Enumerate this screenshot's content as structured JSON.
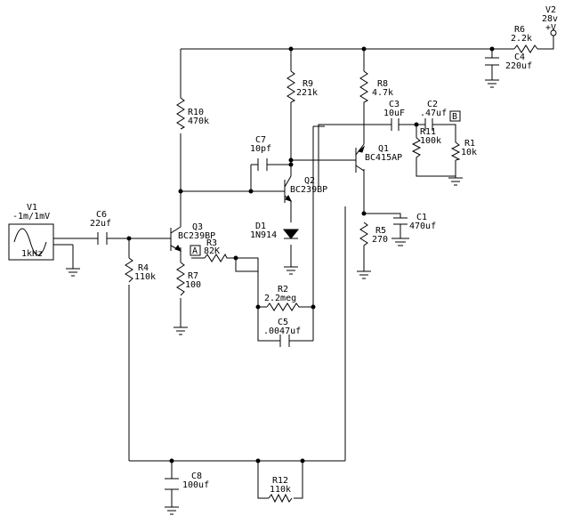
{
  "components": {
    "V2": {
      "ref": "V2",
      "value": "28v",
      "extra": "+V"
    },
    "R6": {
      "ref": "R6",
      "value": "2.2k"
    },
    "C4": {
      "ref": "C4",
      "value": "220uf"
    },
    "R8": {
      "ref": "R8",
      "value": "4.7k"
    },
    "R9": {
      "ref": "R9",
      "value": "221k"
    },
    "R10": {
      "ref": "R10",
      "value": "470k"
    },
    "C7": {
      "ref": "C7",
      "value": "10pf"
    },
    "C3": {
      "ref": "C3",
      "value": "10uF"
    },
    "C2": {
      "ref": "C2",
      "value": ".47uf"
    },
    "R11": {
      "ref": "R11",
      "value": "100k"
    },
    "R1": {
      "ref": "R1",
      "value": "10k"
    },
    "Q1": {
      "ref": "Q1",
      "value": "BC415AP"
    },
    "Q2": {
      "ref": "Q2",
      "value": "BC239BP"
    },
    "Q3": {
      "ref": "Q3",
      "value": "BC239BP"
    },
    "D1": {
      "ref": "D1",
      "value": "1N914"
    },
    "R5": {
      "ref": "R5",
      "value": "270"
    },
    "C1": {
      "ref": "C1",
      "value": "470uf"
    },
    "V1": {
      "ref": "V1",
      "value": "-1m/1mV",
      "freq": "1kHz"
    },
    "C6": {
      "ref": "C6",
      "value": "22uf"
    },
    "R3": {
      "ref": "R3",
      "value": "82K"
    },
    "R4": {
      "ref": "R4",
      "value": "110k"
    },
    "R7": {
      "ref": "R7",
      "value": "100"
    },
    "R2": {
      "ref": "R2",
      "value": "2.2meg"
    },
    "C5": {
      "ref": "C5",
      "value": ".0047uf"
    },
    "C8": {
      "ref": "C8",
      "value": "100uf"
    },
    "R12": {
      "ref": "R12",
      "value": "110k"
    }
  },
  "probes": {
    "A": "A",
    "B": "B"
  }
}
